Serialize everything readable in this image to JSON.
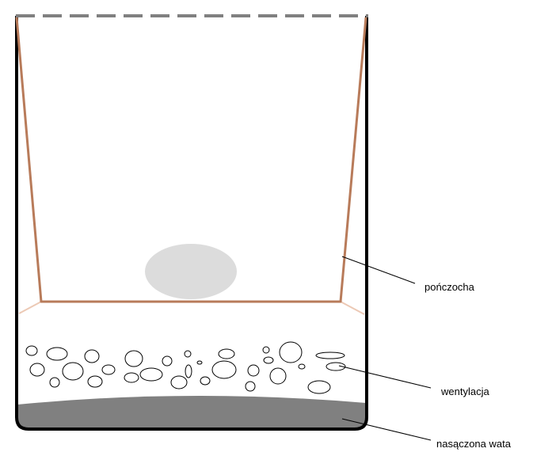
{
  "labels": {
    "stocking": "pończocha",
    "ventilation": "wentylacja",
    "soaked_cotton": "nasączona wata"
  },
  "colors": {
    "jar_outline": "#000000",
    "jar_rim_dashed": "#808080",
    "stocking": "#b87b5a",
    "stocking_faint": "#ecc9b5",
    "cotton": "#808080",
    "object": "#dcdcdc",
    "bubbles": "#000000",
    "background": "#ffffff"
  }
}
